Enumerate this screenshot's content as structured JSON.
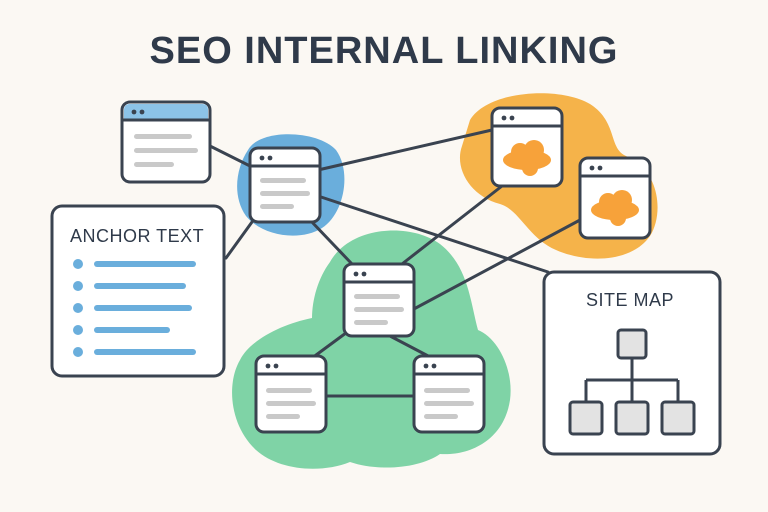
{
  "title": "SEO INTERNAL LINKING",
  "anchor_panel": {
    "label": "ANCHOR TEXT"
  },
  "sitemap_panel": {
    "label": "SITE MAP"
  },
  "colors": {
    "background": "#fbf8f3",
    "ink": "#3a4350",
    "blue_cluster": "#6aaedc",
    "blue_header": "#8cc3e8",
    "orange_cluster": "#f5b34a",
    "orange_blob": "#f7a23a",
    "green_cluster": "#7fd3a6",
    "line_blue": "#6aaedc",
    "gray_line": "#c9c9c9",
    "node_fill": "#e3e3e3"
  },
  "icons": [
    "browser-window-icon",
    "orange-blob-icon",
    "sitemap-tree-icon"
  ]
}
